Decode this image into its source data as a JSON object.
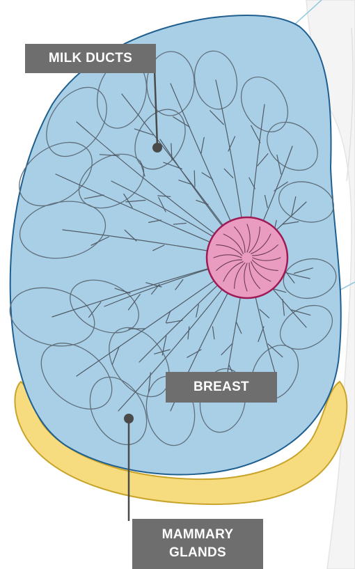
{
  "labels": {
    "milk_ducts": "MILK DUCTS",
    "breast": "BREAST",
    "mammary_glands_line1": "MAMMARY",
    "mammary_glands_line2": "GLANDS"
  },
  "colors": {
    "breast_fill": "#a9cfe6",
    "breast_outline": "#1f5f8f",
    "lobe_outline": "#5f6f7c",
    "areola_fill": "#e99cc0",
    "areola_outline": "#9e1a55",
    "muscle_fill": "#f6dc7e",
    "muscle_outline": "#c9a42a",
    "body_fill": "#f5f5f5",
    "label_bg": "#6e6e6e",
    "pointer_line": "#4a4a4a",
    "accent_line": "#8cc6dd"
  }
}
